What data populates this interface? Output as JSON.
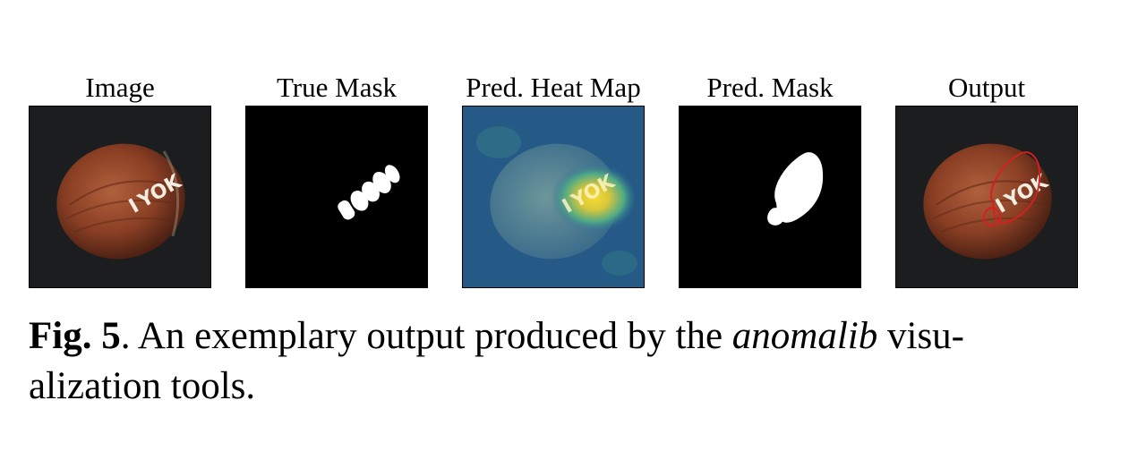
{
  "figure": {
    "panels": [
      {
        "title": "Image",
        "icon": "hazelnut-photo"
      },
      {
        "title": "True Mask",
        "icon": "binary-mask"
      },
      {
        "title": "Pred. Heat Map",
        "icon": "heatmap-overlay"
      },
      {
        "title": "Pred.  Mask",
        "icon": "binary-mask"
      },
      {
        "title": "Output",
        "icon": "hazelnut-with-contour"
      }
    ],
    "colors": {
      "mask_background": "#000000",
      "mask_foreground": "#ffffff",
      "contour": "#d42020",
      "heatmap_low": "#1f4f8a",
      "heatmap_high": "#f2d531"
    }
  },
  "caption": {
    "label": "Fig. 5",
    "text_before": ".  An exemplary output produced by the ",
    "emphasis": "anomalib",
    "text_after_line1": " visu-",
    "text_line2": "alization tools."
  }
}
